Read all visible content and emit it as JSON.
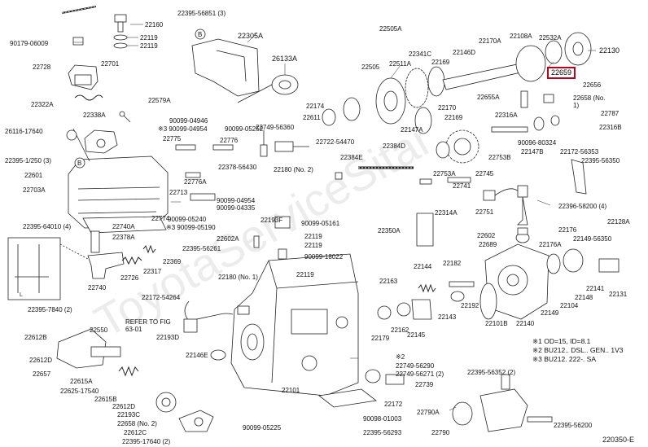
{
  "highlight": "22659",
  "figure_code": "220350-E",
  "watermark": "ToyotaServiceSitar",
  "legend": [
    "※1 OD=15, ID=8.1",
    "※2 BU212.. DSL.. GEN.. 1V3",
    "※3 BU212. 222-. SA"
  ],
  "parts": {
    "p22160": "22160",
    "p90179": "90179-06009",
    "p22119a": "22119",
    "p22119b": "22119",
    "p22728": "22728",
    "p22701": "22701",
    "p22322a": "22322A",
    "p22338a": "22338A",
    "p22579a": "22579A",
    "p26116": "26116-17640",
    "p22395_1250": "22395-1/250 (3)",
    "p22601": "22601",
    "p22703a": "22703A",
    "p22395_64010": "22395-64010 (4)",
    "p22740a": "22740A",
    "p22378a": "22378A",
    "p22774": "22774",
    "p22740": "22740",
    "p22726": "22726",
    "p22317": "22317",
    "p22369": "22369",
    "p22395_56261": "22395-56261",
    "p22172_54264": "22172-54264",
    "p22193d": "22193D",
    "p22146e": "22146E",
    "p22101": "22101",
    "p22395_7840": "22395-7840 (2)",
    "p22612b": "22612B",
    "p22550": "22550",
    "p22612d_a": "22612D",
    "p22657": "22657",
    "p22615a": "22615A",
    "p22625": "22625-17540",
    "p22615b": "22615B",
    "p22612d_b": "22612D",
    "p22193c": "22193C",
    "p22658no2": "22658 (No. 2)",
    "p22612c": "22612C",
    "p90099_05225": "90099-05225",
    "p22395_17640": "22395-17640 (2)",
    "p22395_56851": "22395-56851 (3)",
    "p22305a": "22305A",
    "p26133a": "26133A",
    "p90099_04946": "90099-04946",
    "p90099_04954": "※3 90099-04954",
    "p90099_05252": "90099-05252",
    "p22749_56360": "22749-56360",
    "p22775": "22775",
    "p22776": "22776",
    "p22378_56430": "22378-56430",
    "p22776a": "22776A",
    "p22713": "22713",
    "p90099_04954b": "90099-04954",
    "p90099_04335": "90099-04335",
    "p90099_05240": "90099-05240",
    "p90099_05190": "※3 90099-05190",
    "p22180no2": "22180 (No. 2)",
    "p22193f": "22193F",
    "p22602a": "22602A",
    "p90099_05161": "90099-05161",
    "p22119c": "22119",
    "p22119d": "22119",
    "p90099_18022": "90099-18022",
    "p22180no1": "22180 (No. 1)",
    "p22119e": "22119",
    "refer": "REFER TO FIG 63-01",
    "p22505a": "22505A",
    "p22505": "22505",
    "p22511a": "22511A",
    "p22341c": "22341C",
    "p22169a": "22169",
    "p22146d": "22146D",
    "p22170a": "22170A",
    "p22108a": "22108A",
    "p22532a": "22532A",
    "p22130": "22130",
    "p22656": "22656",
    "p22655a": "22655A",
    "p22658no1": "22658 (No. 1)",
    "p22787": "22787",
    "p22316b": "22316B",
    "p22316a": "22316A",
    "p22170": "22170",
    "p22169b": "22169",
    "p22174": "22174",
    "p22611": "22611",
    "p22147a": "22147A",
    "p22722_54470": "22722-54470",
    "p22384e": "22384E",
    "p22384d": "22384D",
    "p22753b": "22753B",
    "p22147b": "22147B",
    "p90096_80324": "90096-80324",
    "p22172_56353": "22172-56353",
    "p22395_56350": "22395-56350",
    "p22753a": "22753A",
    "p22745": "22745",
    "p22741": "22741",
    "p22751": "22751",
    "p22314a": "22314A",
    "p22350a": "22350A",
    "p22396_58200": "22396-58200 (4)",
    "p22602": "22602",
    "p22689": "22689",
    "p22176": "22176",
    "p22176a": "22176A",
    "p22149_56350": "22149-56350",
    "p22128a": "22128A",
    "p22144": "22144",
    "p22182": "22182",
    "p22163": "22163",
    "p22179": "22179",
    "p22162": "22162",
    "p22145": "22145",
    "p22143": "22143",
    "p22192": "22192",
    "p22101b": "22101B",
    "p22140": "22140",
    "p22149": "22149",
    "p22104": "22104",
    "p22148": "22148",
    "p22141": "22141",
    "p22131": "22131",
    "p22749a": "22749-56290",
    "p22749b": "22749-56271 (2)",
    "p22739": "22739",
    "p22395_56352": "22395-56352 (2)",
    "p22172": "22172",
    "p90098_01003": "90098-01003",
    "p22395_56293": "22395-56293",
    "p22790a": "22790A",
    "p22790": "22790",
    "p22395_56200": "22395-56200",
    "p_star2": "※2"
  }
}
